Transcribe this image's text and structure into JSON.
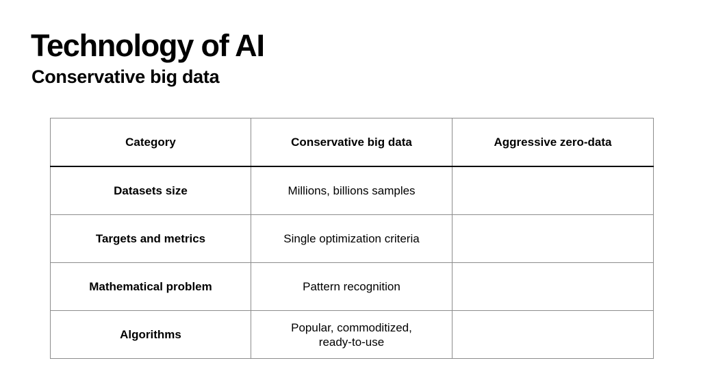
{
  "slide": {
    "title": "Technology of AI",
    "subtitle": "Conservative big data"
  },
  "table": {
    "headers": [
      "Category",
      "Conservative big data",
      "Aggressive zero-data"
    ],
    "rows": [
      {
        "category": "Datasets size",
        "conservative": "Millions, billions samples",
        "aggressive": ""
      },
      {
        "category": "Targets and metrics",
        "conservative": "Single optimization criteria",
        "aggressive": ""
      },
      {
        "category": "Mathematical problem",
        "conservative": "Pattern recognition",
        "aggressive": ""
      },
      {
        "category": "Algorithms",
        "conservative": "Popular, commoditized,\nready-to-use",
        "aggressive": ""
      }
    ]
  }
}
